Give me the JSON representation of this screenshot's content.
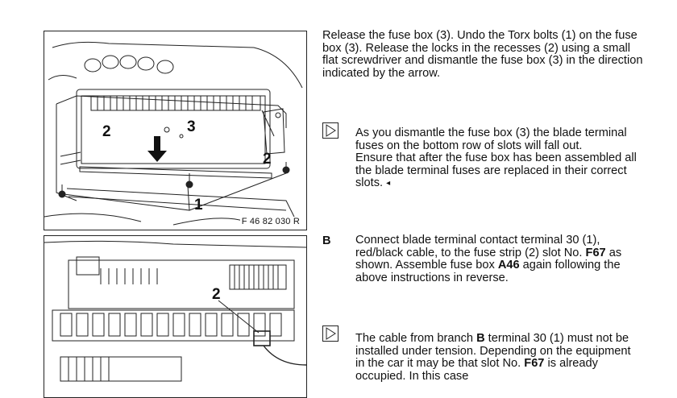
{
  "figure1": {
    "code": "F 46 82 030 R",
    "callouts": {
      "bolts": "1",
      "recesses_left": "2",
      "recesses_right": "2",
      "fuse_box": "3"
    }
  },
  "figure2": {
    "callouts": {
      "fuse_strip": "2"
    }
  },
  "intro": {
    "text": "Release the fuse box (3). Undo the Torx bolts (1) on the fuse box (3). Release the locks in the recesses (2) using a small flat screwdriver and dismantle the fuse box (3) in the direction indicated by the arrow."
  },
  "note1": {
    "icon": "note-triangle-icon",
    "line1": "As you dismantle the fuse box (3) the blade terminal fuses on the bottom row of slots will fall out.",
    "line2": "Ensure that after the fuse box has been assembled all the blade terminal fuses are replaced in their correct slots.",
    "end_mark": "◂"
  },
  "stepB": {
    "label": "B",
    "part1": "Connect blade terminal contact terminal 30 (1), red/black cable, to the fuse strip (2) slot No. ",
    "slot": "F67",
    "part2": " as shown. Assemble fuse box ",
    "box": "A46",
    "part3": " again following the above instructions in reverse."
  },
  "note2": {
    "icon": "note-triangle-icon",
    "part1": "The cable from branch ",
    "branch": "B",
    "part2": " terminal 30 (1) must not be installed under tension. Depending on the equipment in the car it may be that slot No. ",
    "slot": "F67",
    "part3": " is already occupied. In this case"
  }
}
